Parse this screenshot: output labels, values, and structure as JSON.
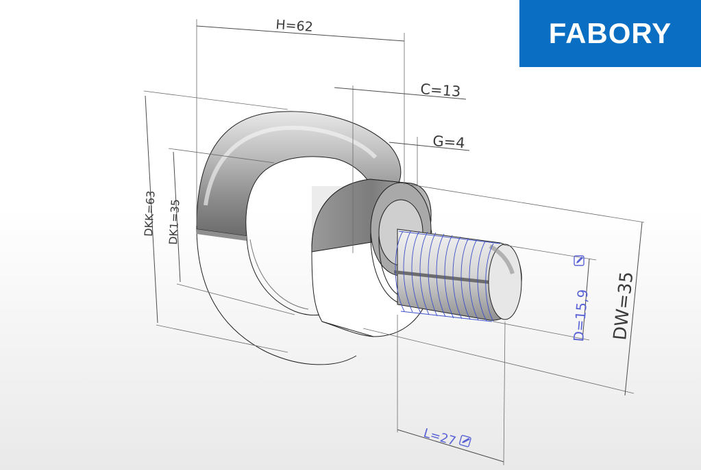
{
  "brand": {
    "name": "FABORY",
    "color": "#0a6fc2"
  },
  "dimensions": {
    "H": "H=62",
    "C": "C=13",
    "G": "G=4",
    "DKK": "DKK=63",
    "DK1": "DK1=35",
    "D": "D=15,9",
    "DW": "DW=35",
    "L": "L=27"
  },
  "colors": {
    "editable_dimension": "#5a63d6",
    "dimension": "#3b3b3b",
    "thread": "#3b4fc8"
  },
  "icons": {
    "edit": "pencil-edit-icon"
  }
}
